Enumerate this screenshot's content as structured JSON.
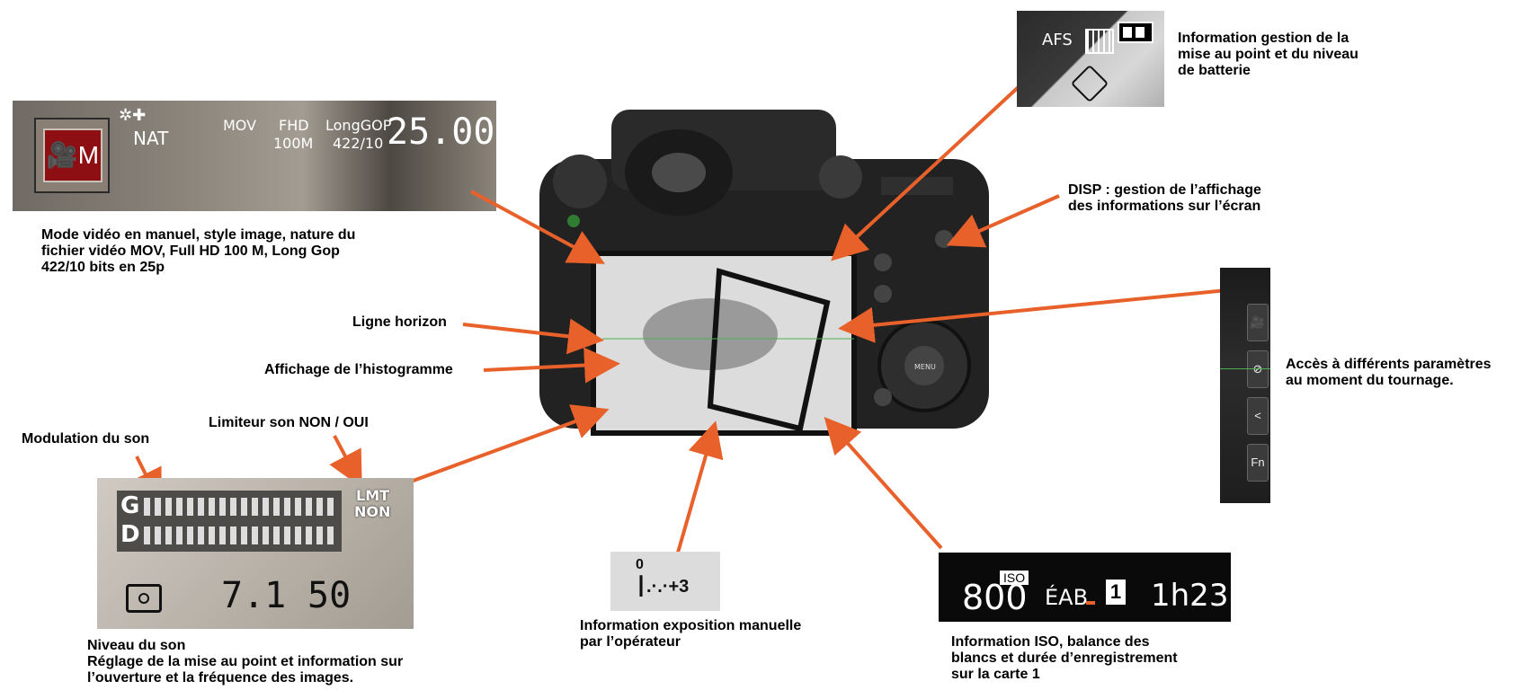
{
  "top_banner": {
    "mode_icon": "video-manual-M",
    "style_line1": "✲✚",
    "style_line2": "NAT",
    "format": "MOV",
    "resolution": "FHD",
    "bitrate": "100M",
    "gop": "LongGOP",
    "bit_depth": "422/10",
    "fps": "25.00p"
  },
  "af_box": {
    "af_mode": "AFS",
    "battery_icon": "battery-half-icon",
    "stabilizer_icon": "stabilizer-icon"
  },
  "strip": {
    "buttons": [
      "🎥",
      "⊘",
      "<",
      "Fn"
    ]
  },
  "sound_box": {
    "left_channel": "G",
    "right_channel": "D",
    "limiter_1": "LMT",
    "limiter_2": "NON",
    "focus_icon": "af-area-icon",
    "aperture": "7.1",
    "frame_rate": "50"
  },
  "exposure_box": {
    "top": "0",
    "scale": "┃.·.·+3"
  },
  "iso_box": {
    "iso_label": "ISO",
    "iso_value": "800",
    "wb": "ÉAB",
    "card": "1",
    "remaining": "1h23m"
  },
  "callouts": {
    "mode": "Mode vidéo en manuel, style image, nature du\nfichier vidéo MOV, Full HD 100 M, Long Gop\n422/10 bits en 25p",
    "horizon": "Ligne horizon",
    "histogram": "Affichage de l’histogramme",
    "modulation": "Modulation du son",
    "limiter": "Limiteur son NON / OUI",
    "sound_level": "Niveau du son\nRéglage de la mise au point et information sur\nl’ouverture et la fréquence des images.",
    "exposure": "Information exposition manuelle\npar l’opérateur",
    "iso": "Information ISO, balance des\nblancs et durée d’enregistrement\nsur la carte 1",
    "af_battery": "Information gestion de la\nmise au point et du niveau\nde batterie",
    "disp": "DISP : gestion de l’affichage\ndes informations sur l’écran",
    "access": "Accès à différents paramètres\nau moment du tournage."
  },
  "colors": {
    "arrow": "#e8612b",
    "mode_red": "#8d0f14",
    "lcd_black": "#0a0a0a"
  }
}
